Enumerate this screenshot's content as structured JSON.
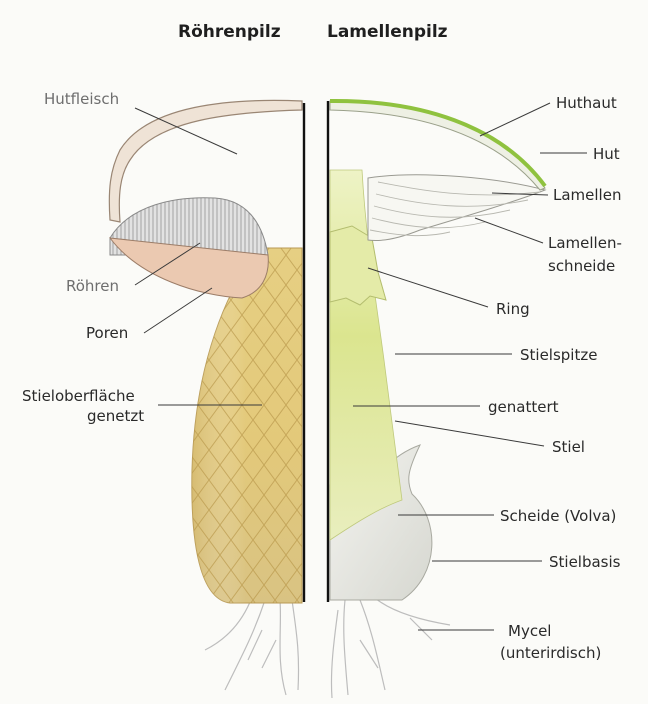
{
  "headings": {
    "left": "Röhrenpilz",
    "right": "Lamellenpilz"
  },
  "labels_left": [
    {
      "id": "hutfleisch",
      "text": "Hutfleisch"
    },
    {
      "id": "roehren",
      "text": "Röhren"
    },
    {
      "id": "poren",
      "text": "Poren"
    },
    {
      "id": "stieloberflaeche",
      "text": "Stieloberfläche"
    },
    {
      "id": "genetzt",
      "text": "genetzt"
    }
  ],
  "labels_right": [
    {
      "id": "huthaut",
      "text": "Huthaut"
    },
    {
      "id": "hut",
      "text": "Hut"
    },
    {
      "id": "lamellen",
      "text": "Lamellen"
    },
    {
      "id": "lamellenschneide-1",
      "text": "Lamellen-"
    },
    {
      "id": "lamellenschneide-2",
      "text": "schneide"
    },
    {
      "id": "ring",
      "text": "Ring"
    },
    {
      "id": "stielspitze",
      "text": "Stielspitze"
    },
    {
      "id": "genattert",
      "text": "genattert"
    },
    {
      "id": "stiel",
      "text": "Stiel"
    },
    {
      "id": "scheide",
      "text": "Scheide (Volva)"
    },
    {
      "id": "stielbasis",
      "text": "Stielbasis"
    },
    {
      "id": "mycel-1",
      "text": "Mycel"
    },
    {
      "id": "mycel-2",
      "text": "(unterirdisch)"
    }
  ],
  "colors": {
    "huthaut": "#8fc23f",
    "roehren_stem": "#d8bd6a",
    "lamellen_stem": "#d7e48e",
    "cap_flesh": "#f0dfd2"
  }
}
